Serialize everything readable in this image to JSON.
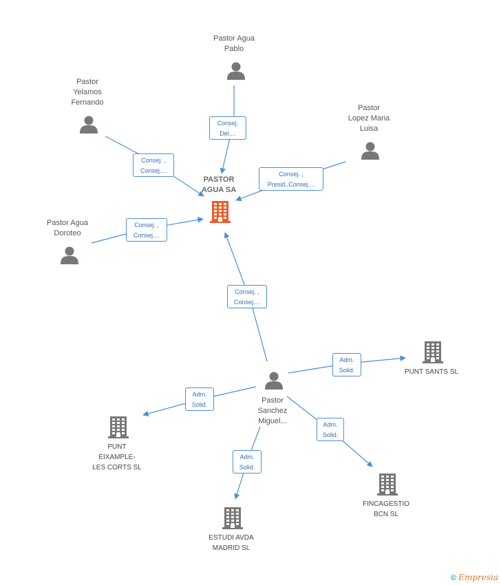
{
  "colors": {
    "edge": "#4a8fd6",
    "person_icon": "#777777",
    "company_icon": "#777777",
    "center_icon": "#f25a28"
  },
  "center": {
    "lines": [
      "PASTOR",
      "AGUA SA"
    ],
    "icon": "building-icon"
  },
  "persons": [
    {
      "id": "pablo",
      "lines": [
        "Pastor Agua",
        "Pablo"
      ],
      "icon": "person-icon"
    },
    {
      "id": "fernando",
      "lines": [
        "Pastor",
        "Yelamos",
        "Fernando"
      ],
      "icon": "person-icon"
    },
    {
      "id": "luisa",
      "lines": [
        "Pastor",
        "Lopez Maria",
        "Luisa"
      ],
      "icon": "person-icon"
    },
    {
      "id": "doroteo",
      "lines": [
        "Pastor Agua",
        "Doroteo"
      ],
      "icon": "person-icon"
    },
    {
      "id": "miguel",
      "lines": [
        "Pastor",
        "Sanchez",
        "Miguel..."
      ],
      "icon": "person-icon"
    }
  ],
  "companies": [
    {
      "id": "sants",
      "lines": [
        "PUNT SANTS SL"
      ],
      "icon": "building-icon"
    },
    {
      "id": "eixample",
      "lines": [
        "PUNT",
        "EIXAMPLE-",
        "LES CORTS  SL"
      ],
      "icon": "building-icon"
    },
    {
      "id": "fincagestio",
      "lines": [
        "FINCAGESTIO",
        "BCN  SL"
      ],
      "icon": "building-icon"
    },
    {
      "id": "estudi",
      "lines": [
        "ESTUDI AVDA",
        "MADRID SL"
      ],
      "icon": "building-icon"
    }
  ],
  "edges": [
    {
      "id": "pablo",
      "lines": [
        "Consej.",
        "Del...."
      ]
    },
    {
      "id": "fernando",
      "lines": [
        "Consej. ,",
        "Consej...."
      ]
    },
    {
      "id": "luisa",
      "lines": [
        "Consej. ,",
        "Presid.,Consej...."
      ]
    },
    {
      "id": "doroteo",
      "lines": [
        "Consej. ,",
        "Consej...."
      ]
    },
    {
      "id": "miguel",
      "lines": [
        "Consej. ,",
        "Consej...."
      ]
    },
    {
      "id": "sants",
      "lines": [
        "Adm.",
        "Solid."
      ]
    },
    {
      "id": "eixample",
      "lines": [
        "Adm.",
        "Solid."
      ]
    },
    {
      "id": "fincagestio",
      "lines": [
        "Adm.",
        "Solid."
      ]
    },
    {
      "id": "estudi",
      "lines": [
        "Adm.",
        "Solid."
      ]
    }
  ],
  "footer": {
    "copyright": "©",
    "brand": "Empresia"
  }
}
